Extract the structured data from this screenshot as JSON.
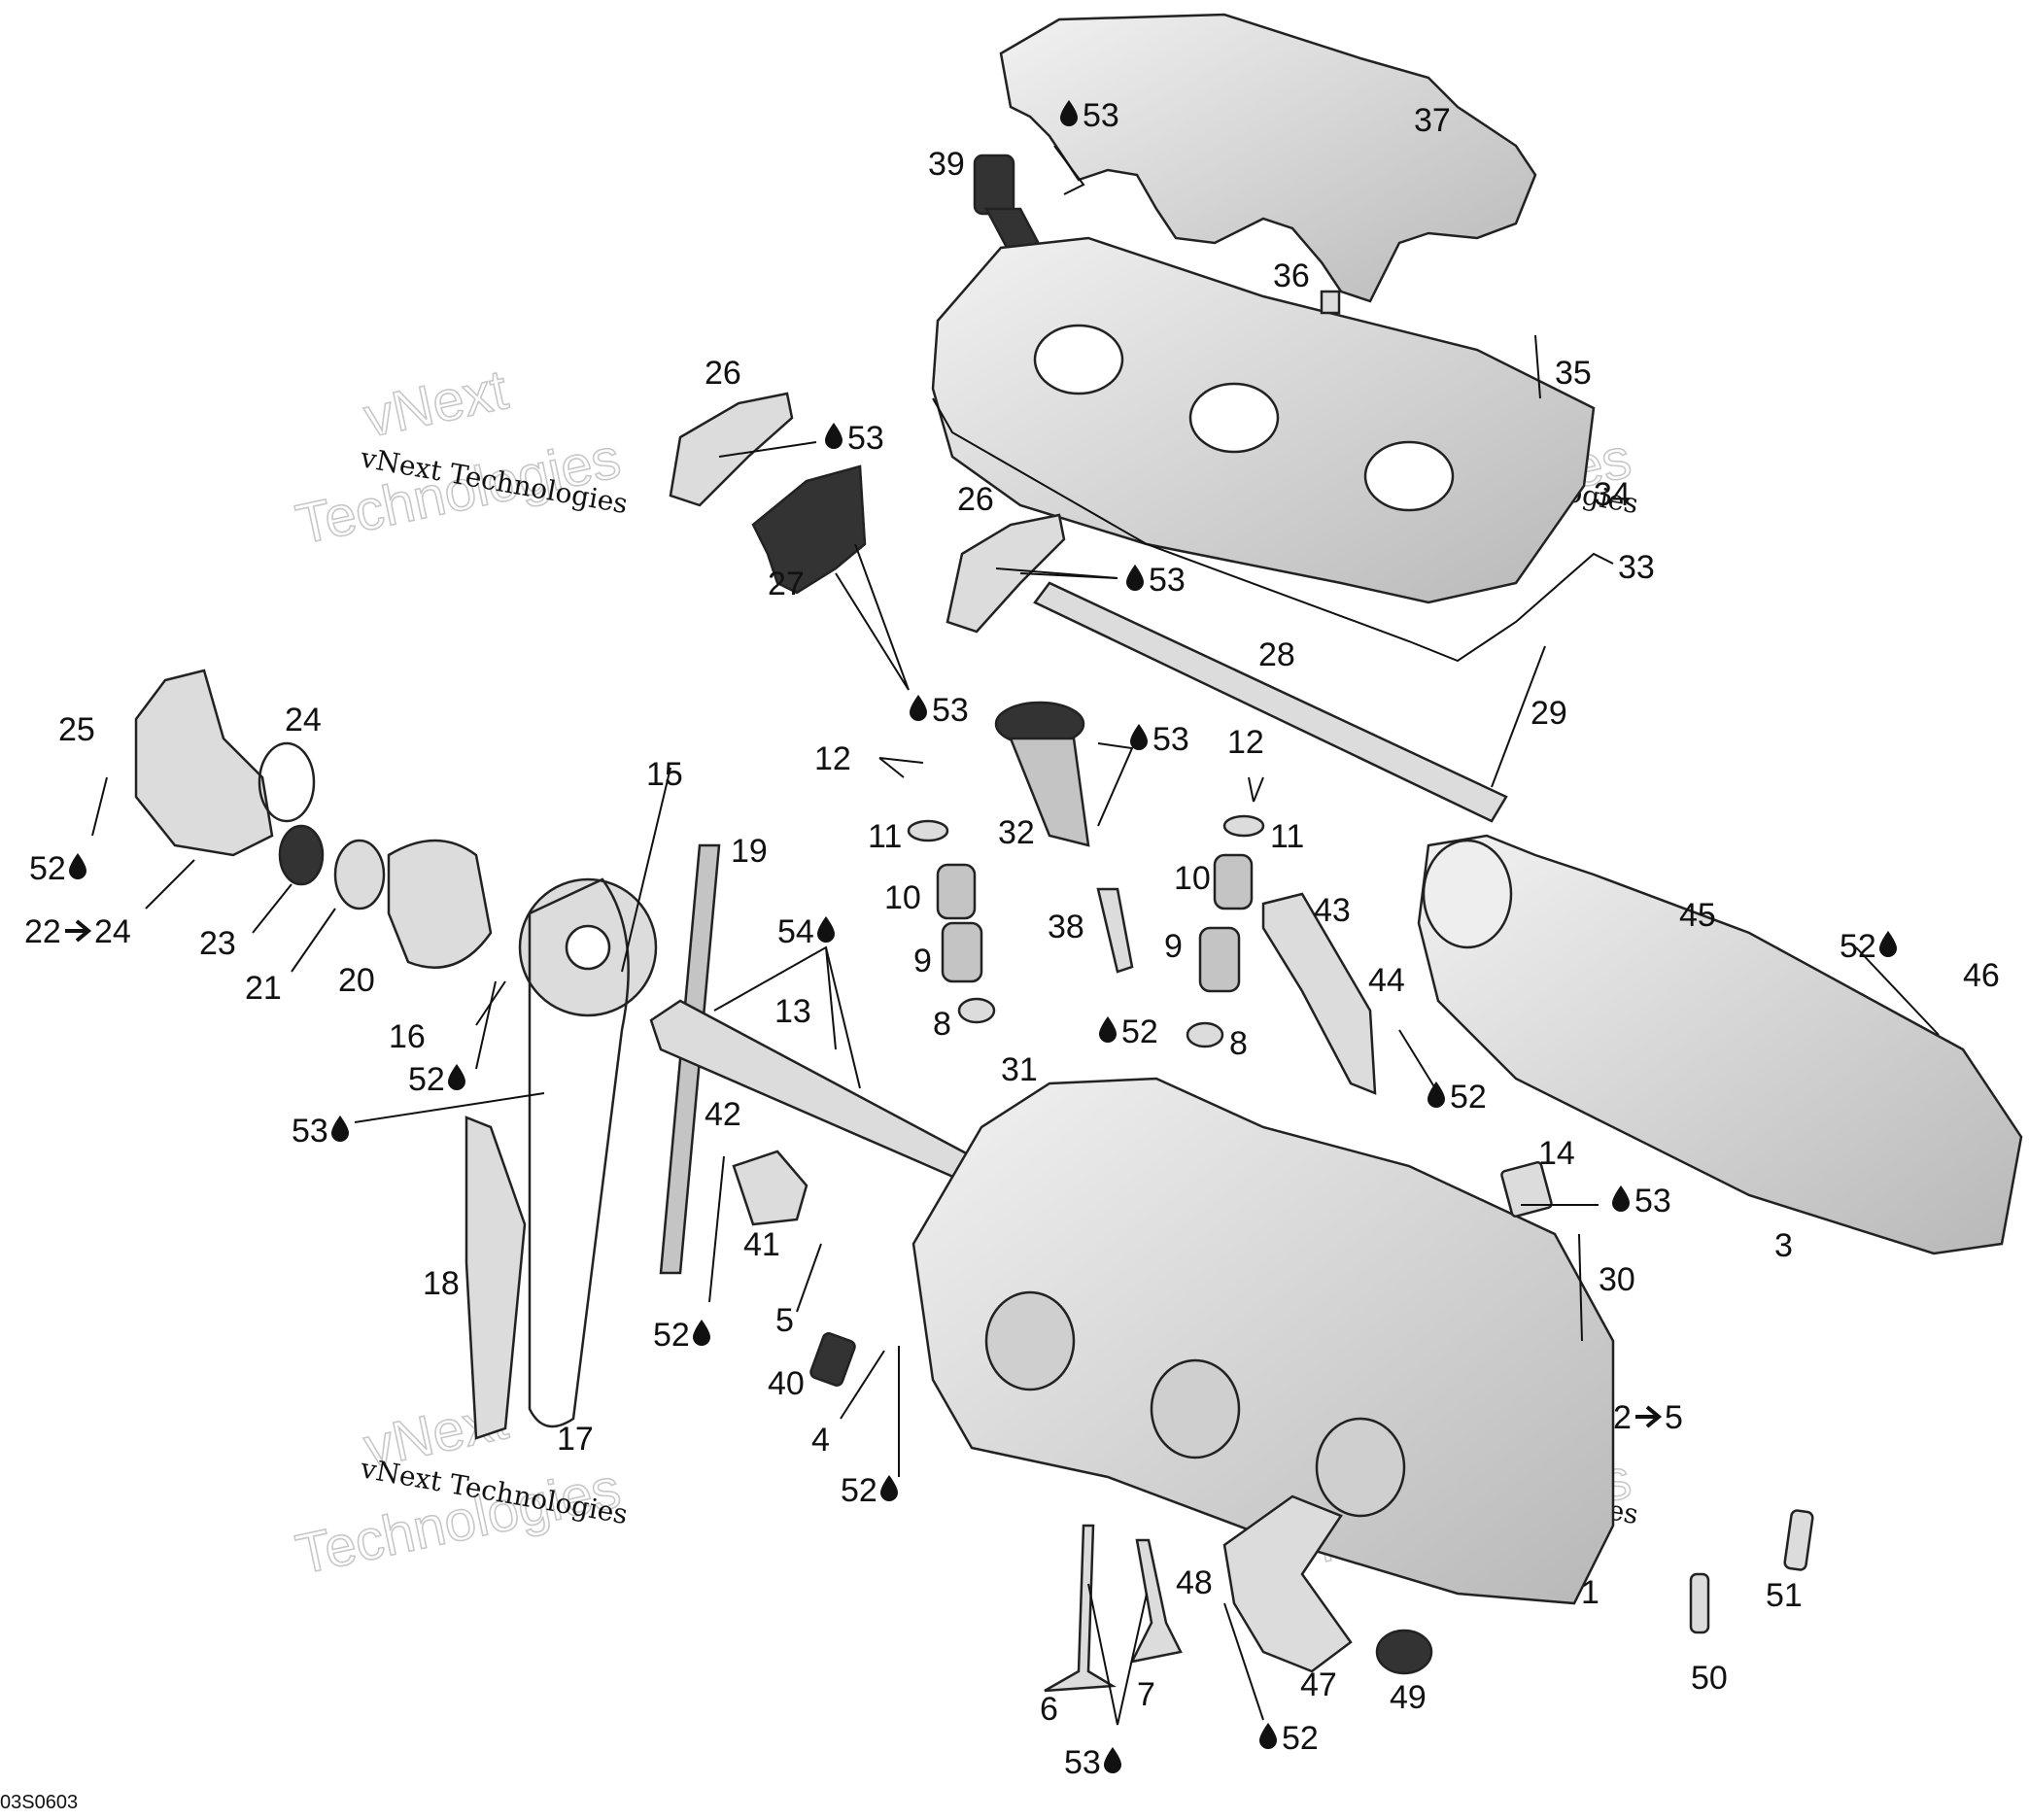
{
  "diagram_code": "03S0603",
  "watermark": {
    "line1": "vNext Technologies",
    "line2": "vNext",
    "line3": "Technologies"
  },
  "drop_icon": "oil-drop-icon",
  "arrow_icon": "arrow-right-icon",
  "callouts": [
    {
      "id": "c53a",
      "text": "53",
      "drop": true
    },
    {
      "id": "c39",
      "text": "39"
    },
    {
      "id": "c37",
      "text": "37"
    },
    {
      "id": "c36",
      "text": "36"
    },
    {
      "id": "c35",
      "text": "35"
    },
    {
      "id": "c26a",
      "text": "26"
    },
    {
      "id": "c53b",
      "text": "53",
      "drop": true
    },
    {
      "id": "c34",
      "text": "34"
    },
    {
      "id": "c26b",
      "text": "26"
    },
    {
      "id": "c27",
      "text": "27"
    },
    {
      "id": "c53c",
      "text": "53",
      "drop": true
    },
    {
      "id": "c33",
      "text": "33"
    },
    {
      "id": "c28",
      "text": "28"
    },
    {
      "id": "c53d",
      "text": "53",
      "drop": true
    },
    {
      "id": "c29",
      "text": "29"
    },
    {
      "id": "c25",
      "text": "25"
    },
    {
      "id": "c24",
      "text": "24"
    },
    {
      "id": "c53e",
      "text": "53",
      "drop": true
    },
    {
      "id": "c12a",
      "text": "12"
    },
    {
      "id": "c12b",
      "text": "12"
    },
    {
      "id": "c15",
      "text": "15"
    },
    {
      "id": "c19",
      "text": "19"
    },
    {
      "id": "c11a",
      "text": "11"
    },
    {
      "id": "c32",
      "text": "32"
    },
    {
      "id": "c11b",
      "text": "11"
    },
    {
      "id": "c52a",
      "text": "52",
      "drop": true
    },
    {
      "id": "c22",
      "text": "22",
      "arrow_to": "24"
    },
    {
      "id": "c23",
      "text": "23"
    },
    {
      "id": "c10a",
      "text": "10"
    },
    {
      "id": "c10b",
      "text": "10"
    },
    {
      "id": "c43",
      "text": "43"
    },
    {
      "id": "c45",
      "text": "45"
    },
    {
      "id": "c54",
      "text": "54",
      "drop": true
    },
    {
      "id": "c38",
      "text": "38"
    },
    {
      "id": "c52b",
      "text": "52",
      "drop": true
    },
    {
      "id": "c46",
      "text": "46"
    },
    {
      "id": "c21",
      "text": "21"
    },
    {
      "id": "c20",
      "text": "20"
    },
    {
      "id": "c9a",
      "text": "9"
    },
    {
      "id": "c9b",
      "text": "9"
    },
    {
      "id": "c44",
      "text": "44"
    },
    {
      "id": "c13",
      "text": "13"
    },
    {
      "id": "c16",
      "text": "16"
    },
    {
      "id": "c8a",
      "text": "8"
    },
    {
      "id": "c52c",
      "text": "52",
      "drop": true
    },
    {
      "id": "c8b",
      "text": "8"
    },
    {
      "id": "c52d",
      "text": "52",
      "drop": true
    },
    {
      "id": "c31",
      "text": "31"
    },
    {
      "id": "c52e",
      "text": "52",
      "drop": true
    },
    {
      "id": "c53f",
      "text": "53",
      "drop": true
    },
    {
      "id": "c42",
      "text": "42"
    },
    {
      "id": "c14",
      "text": "14"
    },
    {
      "id": "c53g",
      "text": "53",
      "drop": true
    },
    {
      "id": "c41",
      "text": "41"
    },
    {
      "id": "c3",
      "text": "3"
    },
    {
      "id": "c18",
      "text": "18"
    },
    {
      "id": "c30",
      "text": "30"
    },
    {
      "id": "c5",
      "text": "5"
    },
    {
      "id": "c52f",
      "text": "52",
      "drop": true
    },
    {
      "id": "c40",
      "text": "40"
    },
    {
      "id": "c2",
      "text": "2",
      "arrow_to": "5"
    },
    {
      "id": "c4",
      "text": "4"
    },
    {
      "id": "c17",
      "text": "17"
    },
    {
      "id": "c52g",
      "text": "52",
      "drop": true
    },
    {
      "id": "c48",
      "text": "48"
    },
    {
      "id": "c1",
      "text": "1"
    },
    {
      "id": "c51",
      "text": "51"
    },
    {
      "id": "c50",
      "text": "50"
    },
    {
      "id": "c6",
      "text": "6"
    },
    {
      "id": "c7",
      "text": "7"
    },
    {
      "id": "c47",
      "text": "47"
    },
    {
      "id": "c49",
      "text": "49"
    },
    {
      "id": "c52h",
      "text": "52",
      "drop": true
    },
    {
      "id": "c53h",
      "text": "53",
      "drop": true
    }
  ]
}
